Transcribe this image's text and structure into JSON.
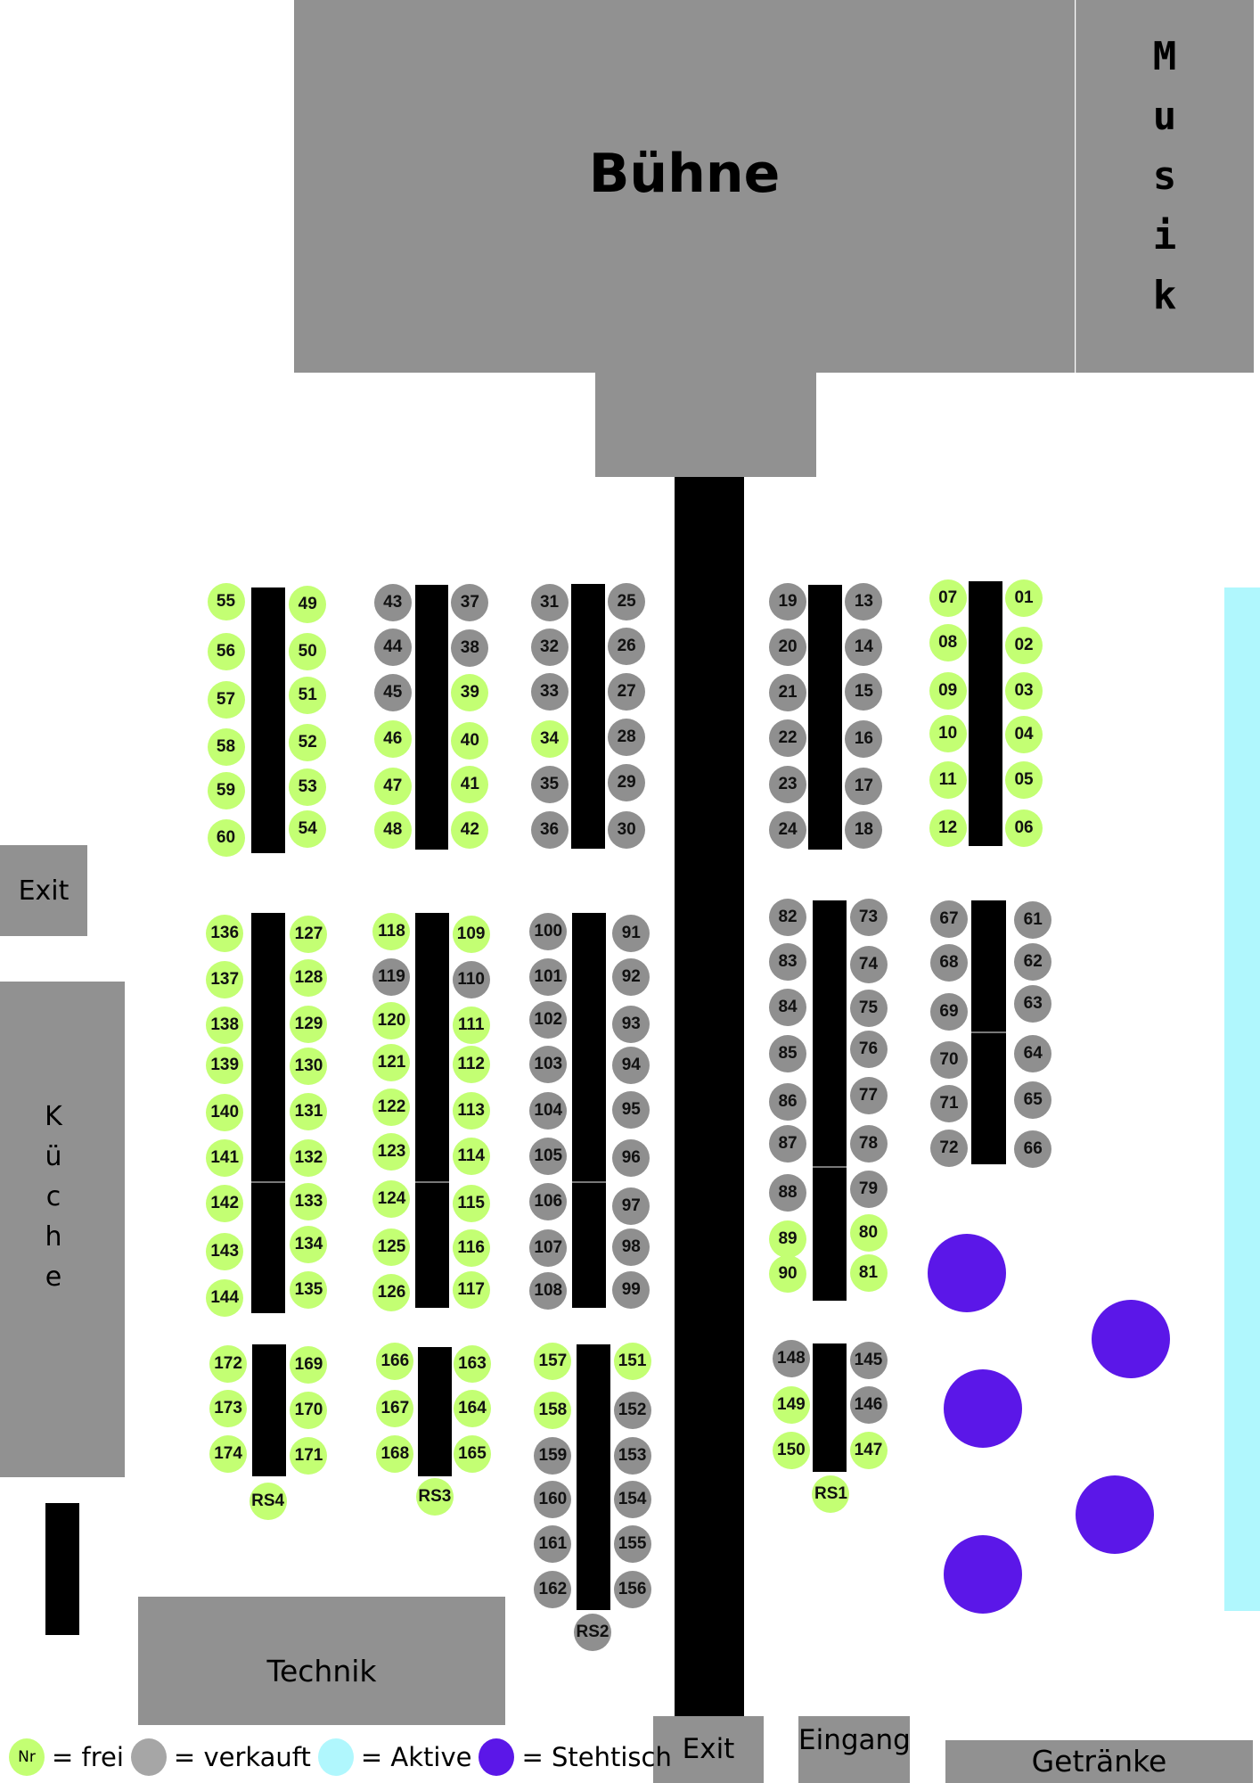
{
  "stage": {
    "label": "Bühne"
  },
  "music": {
    "letters": [
      "M",
      "u",
      "s",
      "i",
      "k"
    ]
  },
  "kitchen": {
    "letters": [
      "K",
      "ü",
      "c",
      "h",
      "e"
    ]
  },
  "rooms": {
    "exit_left": "Exit",
    "exit_bottom": "Exit",
    "entrance": "Eingang",
    "drinks": "Getränke",
    "tech": "Technik"
  },
  "legend": {
    "nr": "Nr",
    "frei": "= frei",
    "verkauft": "= verkauft",
    "aktive": "= Aktive",
    "stehtisch": "= Stehtisch"
  },
  "colors": {
    "frei": "#c3ff73",
    "verkauft": "#8f8f8f",
    "aktive": "#b0f7fd",
    "stehtisch": "#5b17e8",
    "block": "#919191"
  },
  "standing_tables": 5,
  "tables": [
    {
      "left": [
        [
          "55",
          "frei"
        ],
        [
          "56",
          "frei"
        ],
        [
          "57",
          "frei"
        ],
        [
          "58",
          "frei"
        ],
        [
          "59",
          "frei"
        ],
        [
          "60",
          "frei"
        ]
      ],
      "right": [
        [
          "49",
          "frei"
        ],
        [
          "50",
          "frei"
        ],
        [
          "51",
          "frei"
        ],
        [
          "52",
          "frei"
        ],
        [
          "53",
          "frei"
        ],
        [
          "54",
          "frei"
        ]
      ]
    },
    {
      "left": [
        [
          "43",
          "verkauft"
        ],
        [
          "44",
          "verkauft"
        ],
        [
          "45",
          "verkauft"
        ],
        [
          "46",
          "frei"
        ],
        [
          "47",
          "frei"
        ],
        [
          "48",
          "frei"
        ]
      ],
      "right": [
        [
          "37",
          "verkauft"
        ],
        [
          "38",
          "verkauft"
        ],
        [
          "39",
          "frei"
        ],
        [
          "40",
          "frei"
        ],
        [
          "41",
          "frei"
        ],
        [
          "42",
          "frei"
        ]
      ]
    },
    {
      "left": [
        [
          "31",
          "verkauft"
        ],
        [
          "32",
          "verkauft"
        ],
        [
          "33",
          "verkauft"
        ],
        [
          "34",
          "frei"
        ],
        [
          "35",
          "verkauft"
        ],
        [
          "36",
          "verkauft"
        ]
      ],
      "right": [
        [
          "25",
          "verkauft"
        ],
        [
          "26",
          "verkauft"
        ],
        [
          "27",
          "verkauft"
        ],
        [
          "28",
          "verkauft"
        ],
        [
          "29",
          "verkauft"
        ],
        [
          "30",
          "verkauft"
        ]
      ]
    },
    {
      "left": [
        [
          "19",
          "verkauft"
        ],
        [
          "20",
          "verkauft"
        ],
        [
          "21",
          "verkauft"
        ],
        [
          "22",
          "verkauft"
        ],
        [
          "23",
          "verkauft"
        ],
        [
          "24",
          "verkauft"
        ]
      ],
      "right": [
        [
          "13",
          "verkauft"
        ],
        [
          "14",
          "verkauft"
        ],
        [
          "15",
          "verkauft"
        ],
        [
          "16",
          "verkauft"
        ],
        [
          "17",
          "verkauft"
        ],
        [
          "18",
          "verkauft"
        ]
      ]
    },
    {
      "left": [
        [
          "07",
          "frei"
        ],
        [
          "08",
          "frei"
        ],
        [
          "09",
          "frei"
        ],
        [
          "10",
          "frei"
        ],
        [
          "11",
          "frei"
        ],
        [
          "12",
          "frei"
        ]
      ],
      "right": [
        [
          "01",
          "frei"
        ],
        [
          "02",
          "frei"
        ],
        [
          "03",
          "frei"
        ],
        [
          "04",
          "frei"
        ],
        [
          "05",
          "frei"
        ],
        [
          "06",
          "frei"
        ]
      ]
    },
    {
      "left": [
        [
          "136",
          "frei"
        ],
        [
          "137",
          "frei"
        ],
        [
          "138",
          "frei"
        ],
        [
          "139",
          "frei"
        ],
        [
          "140",
          "frei"
        ],
        [
          "141",
          "frei"
        ],
        [
          "142",
          "frei"
        ],
        [
          "143",
          "frei"
        ],
        [
          "144",
          "frei"
        ]
      ],
      "right": [
        [
          "127",
          "frei"
        ],
        [
          "128",
          "frei"
        ],
        [
          "129",
          "frei"
        ],
        [
          "130",
          "frei"
        ],
        [
          "131",
          "frei"
        ],
        [
          "132",
          "frei"
        ],
        [
          "133",
          "frei"
        ],
        [
          "134",
          "frei"
        ],
        [
          "135",
          "frei"
        ]
      ]
    },
    {
      "left": [
        [
          "118",
          "frei"
        ],
        [
          "119",
          "verkauft"
        ],
        [
          "120",
          "frei"
        ],
        [
          "121",
          "frei"
        ],
        [
          "122",
          "frei"
        ],
        [
          "123",
          "frei"
        ],
        [
          "124",
          "frei"
        ],
        [
          "125",
          "frei"
        ],
        [
          "126",
          "frei"
        ]
      ],
      "right": [
        [
          "109",
          "frei"
        ],
        [
          "110",
          "verkauft"
        ],
        [
          "111",
          "frei"
        ],
        [
          "112",
          "frei"
        ],
        [
          "113",
          "frei"
        ],
        [
          "114",
          "frei"
        ],
        [
          "115",
          "frei"
        ],
        [
          "116",
          "frei"
        ],
        [
          "117",
          "frei"
        ]
      ]
    },
    {
      "left": [
        [
          "100",
          "verkauft"
        ],
        [
          "101",
          "verkauft"
        ],
        [
          "102",
          "verkauft"
        ],
        [
          "103",
          "verkauft"
        ],
        [
          "104",
          "verkauft"
        ],
        [
          "105",
          "verkauft"
        ],
        [
          "106",
          "verkauft"
        ],
        [
          "107",
          "verkauft"
        ],
        [
          "108",
          "verkauft"
        ]
      ],
      "right": [
        [
          "91",
          "verkauft"
        ],
        [
          "92",
          "verkauft"
        ],
        [
          "93",
          "verkauft"
        ],
        [
          "94",
          "verkauft"
        ],
        [
          "95",
          "verkauft"
        ],
        [
          "96",
          "verkauft"
        ],
        [
          "97",
          "verkauft"
        ],
        [
          "98",
          "verkauft"
        ],
        [
          "99",
          "verkauft"
        ]
      ]
    },
    {
      "left": [
        [
          "82",
          "verkauft"
        ],
        [
          "83",
          "verkauft"
        ],
        [
          "84",
          "verkauft"
        ],
        [
          "85",
          "verkauft"
        ],
        [
          "86",
          "verkauft"
        ],
        [
          "87",
          "verkauft"
        ],
        [
          "88",
          "verkauft"
        ],
        [
          "89",
          "frei"
        ],
        [
          "90",
          "frei"
        ]
      ],
      "right": [
        [
          "73",
          "verkauft"
        ],
        [
          "74",
          "verkauft"
        ],
        [
          "75",
          "verkauft"
        ],
        [
          "76",
          "verkauft"
        ],
        [
          "77",
          "verkauft"
        ],
        [
          "78",
          "verkauft"
        ],
        [
          "79",
          "verkauft"
        ],
        [
          "80",
          "frei"
        ],
        [
          "81",
          "frei"
        ]
      ]
    },
    {
      "left": [
        [
          "67",
          "verkauft"
        ],
        [
          "68",
          "verkauft"
        ],
        [
          "69",
          "verkauft"
        ],
        [
          "70",
          "verkauft"
        ],
        [
          "71",
          "verkauft"
        ],
        [
          "72",
          "verkauft"
        ]
      ],
      "right": [
        [
          "61",
          "verkauft"
        ],
        [
          "62",
          "verkauft"
        ],
        [
          "63",
          "verkauft"
        ],
        [
          "64",
          "verkauft"
        ],
        [
          "65",
          "verkauft"
        ],
        [
          "66",
          "verkauft"
        ]
      ]
    },
    {
      "left": [
        [
          "172",
          "frei"
        ],
        [
          "173",
          "frei"
        ],
        [
          "174",
          "frei"
        ]
      ],
      "right": [
        [
          "169",
          "frei"
        ],
        [
          "170",
          "frei"
        ],
        [
          "171",
          "frei"
        ]
      ],
      "rs": [
        "RS4",
        "frei"
      ]
    },
    {
      "left": [
        [
          "166",
          "frei"
        ],
        [
          "167",
          "frei"
        ],
        [
          "168",
          "frei"
        ]
      ],
      "right": [
        [
          "163",
          "frei"
        ],
        [
          "164",
          "frei"
        ],
        [
          "165",
          "frei"
        ]
      ],
      "rs": [
        "RS3",
        "frei"
      ]
    },
    {
      "left": [
        [
          "157",
          "frei"
        ],
        [
          "158",
          "frei"
        ],
        [
          "159",
          "verkauft"
        ],
        [
          "160",
          "verkauft"
        ],
        [
          "161",
          "verkauft"
        ],
        [
          "162",
          "verkauft"
        ]
      ],
      "right": [
        [
          "151",
          "frei"
        ],
        [
          "152",
          "verkauft"
        ],
        [
          "153",
          "verkauft"
        ],
        [
          "154",
          "verkauft"
        ],
        [
          "155",
          "verkauft"
        ],
        [
          "156",
          "verkauft"
        ]
      ],
      "rs": [
        "RS2",
        "verkauft"
      ]
    },
    {
      "left": [
        [
          "148",
          "verkauft"
        ],
        [
          "149",
          "frei"
        ],
        [
          "150",
          "frei"
        ]
      ],
      "right": [
        [
          "145",
          "verkauft"
        ],
        [
          "146",
          "verkauft"
        ],
        [
          "147",
          "frei"
        ]
      ],
      "rs": [
        "RS1",
        "frei"
      ]
    }
  ]
}
